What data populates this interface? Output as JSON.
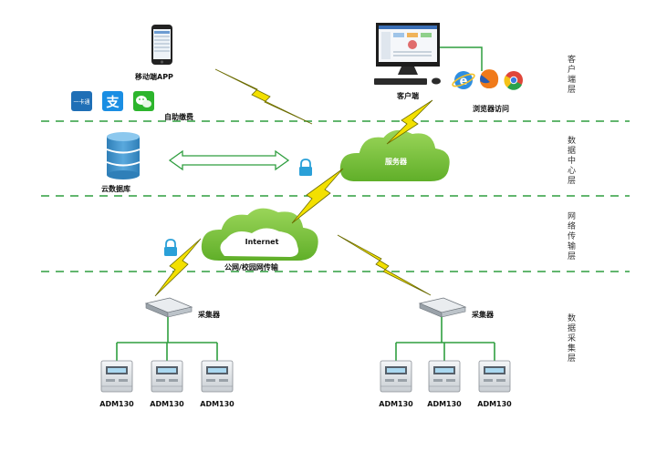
{
  "layers": [
    "客户端层",
    "数据中心层",
    "网络传输层",
    "数据采集层"
  ],
  "labels": {
    "mobile_app": "移动端APP",
    "self_pay": "自助缴费",
    "client": "客户端",
    "browser_access": "浏览器访问",
    "server": "服务器",
    "cloud_db": "云数据库",
    "internet": "Internet",
    "network": "公网/校园网传输",
    "collector": "采集器"
  },
  "pay_icons": [
    "一卡通",
    "支",
    "微"
  ],
  "meters": [
    "ADM130",
    "ADM130",
    "ADM130",
    "ADM130",
    "ADM130",
    "ADM130"
  ],
  "colors": {
    "green_line": "#2f9e3f",
    "cloud": "#7cc73f",
    "lightning": "#f3e000",
    "lock": "#2aa0d8",
    "db": "#3d8fc8"
  }
}
